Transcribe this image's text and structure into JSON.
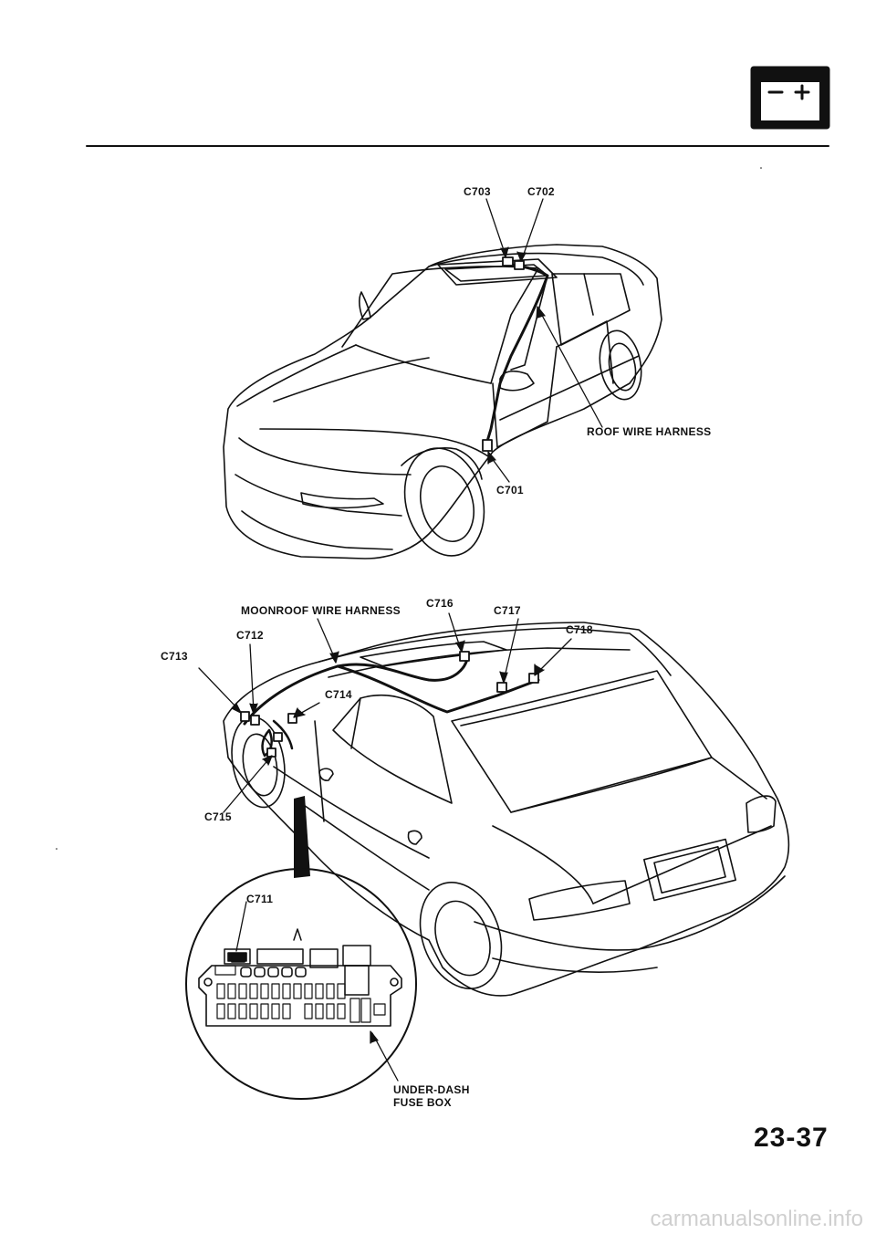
{
  "section_icon": "battery-icon",
  "top_view": {
    "labels": {
      "c703": "C703",
      "c702": "C702",
      "roof_harness": "ROOF WIRE HARNESS",
      "c701": "C701"
    }
  },
  "rear_view": {
    "labels": {
      "moonroof_harness": "MOONROOF WIRE HARNESS",
      "c716": "C716",
      "c717": "C717",
      "c718": "C718",
      "c712": "C712",
      "c713": "C713",
      "c714": "C714",
      "c715": "C715",
      "c711": "C711",
      "fuse_box_line1": "UNDER-DASH",
      "fuse_box_line2": "FUSE BOX"
    }
  },
  "page_number": "23-37",
  "footer": "carmanualsonline.info",
  "colors": {
    "ink": "#111111",
    "footer": "#cfcfcf"
  }
}
